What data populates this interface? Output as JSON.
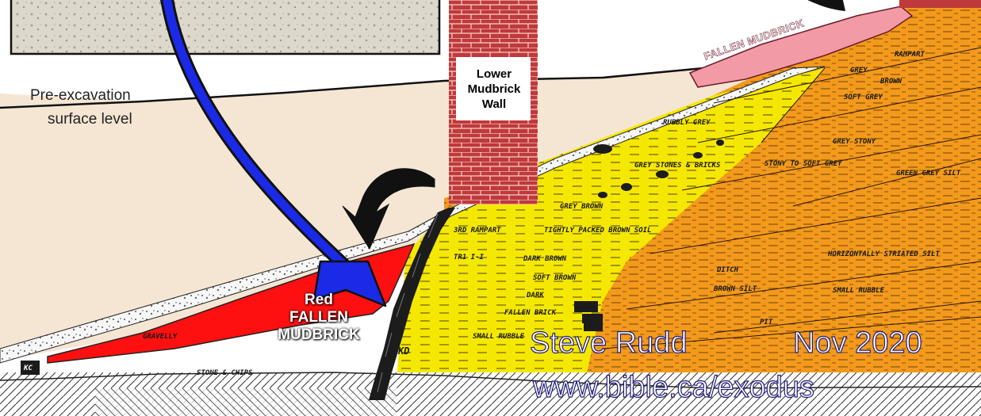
{
  "labels": {
    "pre_excavation_line1": "Pre-excavation",
    "pre_excavation_line2": "surface level",
    "wall_line1": "Lower",
    "wall_line2": "Mudbrick",
    "wall_line3": "Wall",
    "red_line1": "Red",
    "red_line2": "FALLEN",
    "red_line3": "MUDBRICK",
    "fallen_mudbrick_top": "FALLEN MUDBRICK"
  },
  "section_tags": {
    "rampart_top": "RAMPART",
    "grey": "GREY",
    "brown": "BROWN",
    "soft_grey": "SOFT GREY",
    "rubbly_grey": "RUBBLY GREY",
    "grey_stones_bricks": "GREY STONES & BRICKS",
    "grey_brown": "GREY BROWN",
    "third_rampart": "3RD RAMPART",
    "tightly_packed": "TIGHTLY PACKED BROWN SOIL",
    "dark_brown": "DARK BROWN",
    "soft_brown": "SOFT BROWN",
    "dark": "DARK",
    "fallen_brick": "FALLEN BRICK",
    "small_rubble": "SMALL RUBBLE",
    "green_grey_silt": "GREEN GREY SILT",
    "horizontally_striated_silt": "HORIZONTALLY STRIATED SILT",
    "small_rubble_right": "SMALL RUBBLE",
    "grey_stony": "GREY STONY",
    "stony_to_soft_grey": "STONY TO SOFT GREY",
    "gravelly": "GRAVELLY",
    "stone_chips": "STONE & CHIPS",
    "kd": "KD",
    "kc": "KC",
    "pit": "PIT",
    "ditch": "DITCH",
    "brown_silt": "BROWN SILT",
    "tr1": "TR1 I-I"
  },
  "credit": {
    "author": "Steve Rudd",
    "date": "Nov 2020",
    "url": "www.bible.ca/exodus"
  },
  "colors": {
    "surface_fill": "#f5e6d3",
    "yellow_fill": "#f5e800",
    "orange_fill": "#f39a1c",
    "red_fill": "#ff1010",
    "brick": "#c0393b",
    "blue_arrow": "#1a2ae6",
    "pink_mudbrick": "#f29aa5"
  }
}
